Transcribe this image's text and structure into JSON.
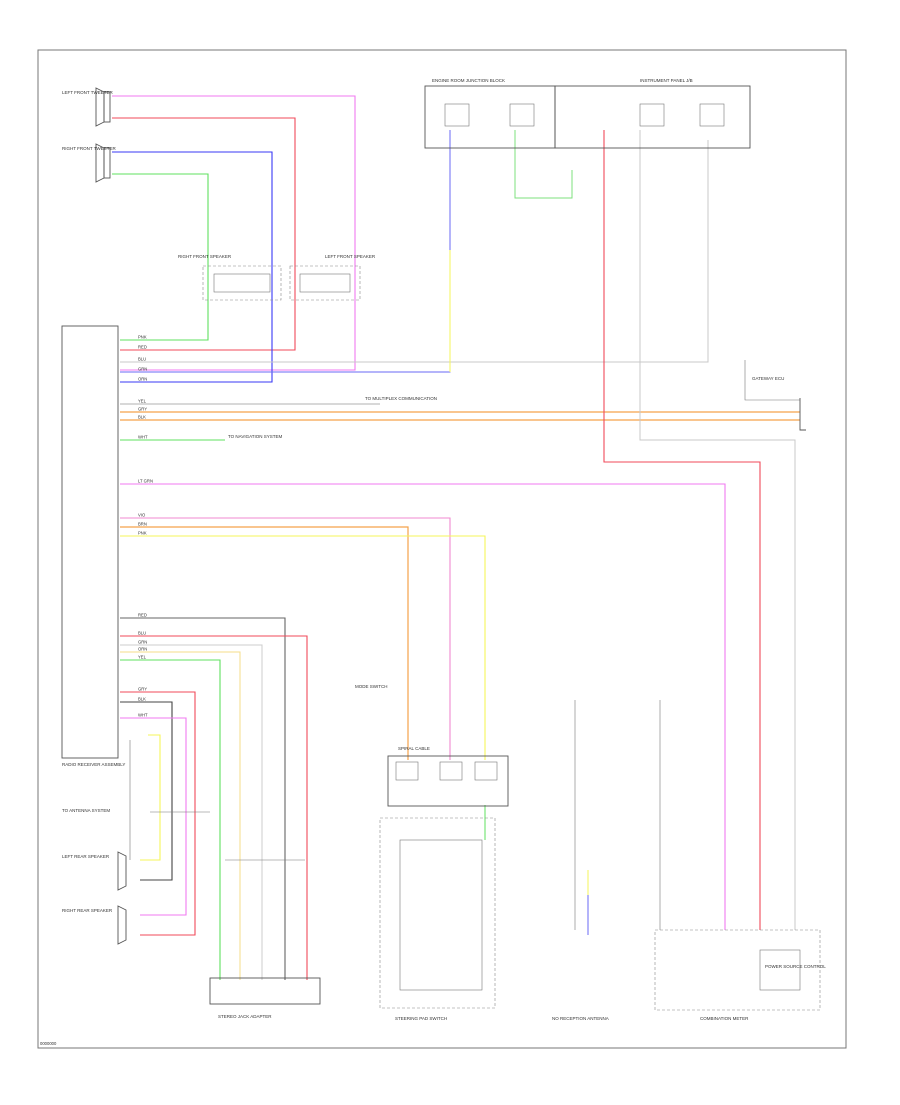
{
  "diagram": {
    "footer_code": "0000000",
    "colors": {
      "pink": "#f07af0",
      "red": "#f04a5a",
      "blue": "#3a3af5",
      "green": "#5fe05f",
      "orange": "#f5a24a",
      "yellow": "#f5f55a",
      "gray": "#c8c8c8",
      "black": "#444444",
      "lightgreen": "#7ee07e"
    },
    "blocks": {
      "left_tweeter": "LEFT FRONT TWEETER",
      "right_tweeter": "RIGHT FRONT TWEETER",
      "right_front_speaker": "RIGHT FRONT SPEAKER",
      "left_front_speaker": "LEFT FRONT SPEAKER",
      "radio_receiver": "RADIO RECEIVER ASSEMBLY",
      "fuse_block": "ENGINE ROOM JUNCTION BLOCK",
      "instrument_panel": "INSTRUMENT PANEL J/B",
      "gateway": "GATEWAY ECU",
      "steering_switch": "STEERING PAD SWITCH",
      "spiral_cable": "SPIRAL CABLE",
      "stereo_jack": "STEREO JACK ADAPTER",
      "no_reception": "NO RECEPTION ANTENNA",
      "combination_meter": "COMBINATION METER",
      "to_navigation": "TO NAVIGATION SYSTEM",
      "to_multiplex": "TO MULTIPLEX COMMUNICATION",
      "left_rear_speaker": "LEFT REAR SPEAKER",
      "right_rear_speaker": "RIGHT REAR SPEAKER",
      "to_antenna": "TO ANTENNA SYSTEM",
      "power_source": "POWER SOURCE CONTROL",
      "wire_mode": "MODE SWITCH"
    },
    "wire_codes": [
      "PNK",
      "RED",
      "BLU",
      "GRN",
      "ORN",
      "YEL",
      "GRY",
      "BLK",
      "WHT",
      "LT GRN",
      "VIO",
      "BRN"
    ]
  }
}
